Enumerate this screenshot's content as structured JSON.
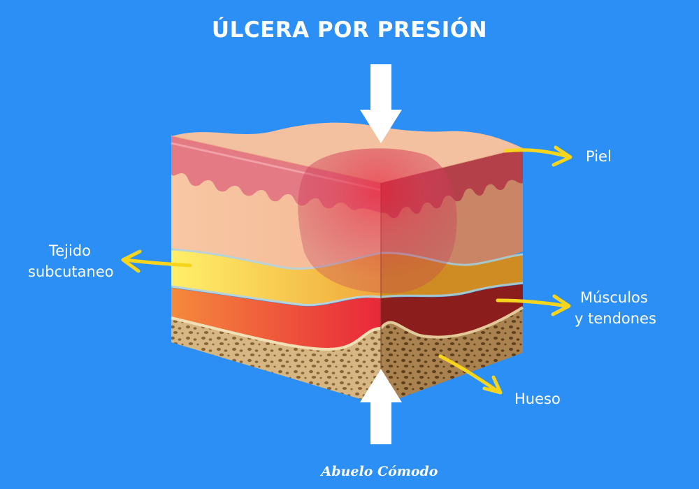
{
  "title": "ÚLCERA POR PRESIÓN",
  "labels": {
    "piel": "Piel",
    "tejido_line1": "Tejido",
    "tejido_line2": "subcutaneo",
    "musculos_line1": "Músculos",
    "musculos_line2": "y tendones",
    "hueso": "Hueso"
  },
  "brand": "Abuelo Cómodo",
  "colors": {
    "background": "#2b8ff6",
    "arrow_label": "#f7d51d",
    "pressure_arrow": "#ffffff",
    "skin_top": "#f2c29a",
    "dermis": "#e2747f",
    "subcutaneous_fat": "#f6c34a",
    "muscle": "#e8443c",
    "bone": "#c9a46b",
    "ulcer": "#d6334a"
  }
}
